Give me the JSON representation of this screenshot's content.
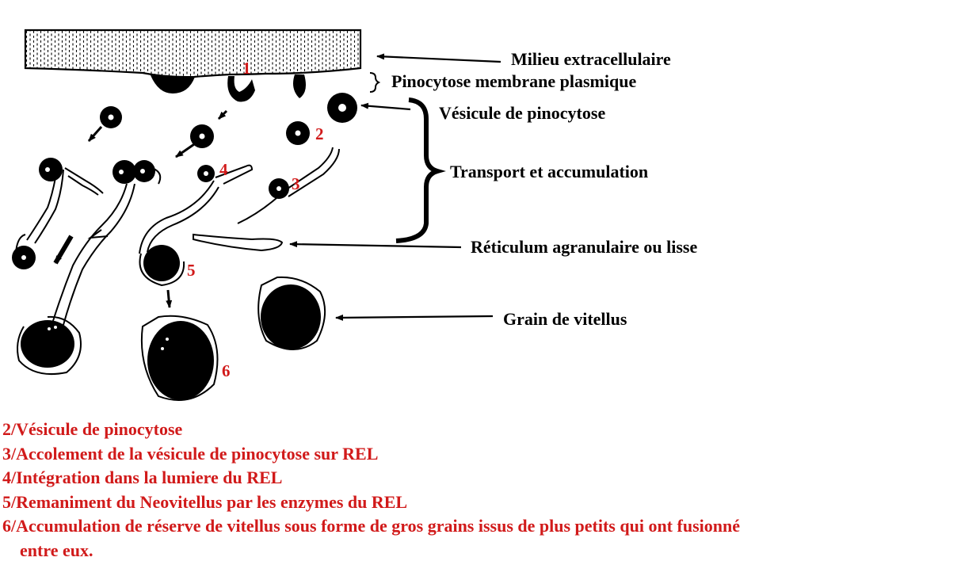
{
  "labels": {
    "milieu": "Milieu extracellulaire",
    "pinocytose": "Pinocytose membrane plasmique",
    "vesicule": "Vésicule de pinocytose",
    "transport": "Transport et accumulation",
    "reticulum": "Réticulum agranulaire ou lisse",
    "grain": "Grain de vitellus"
  },
  "numbers": [
    "1",
    "2",
    "3",
    "4",
    "5",
    "6"
  ],
  "legend": [
    "2/Vésicule de pinocytose",
    "3/Accolement de la vésicule de pinocytose sur REL",
    "4/Intégration dans la lumiere du REL",
    "5/Remaniment du Neovitellus par les enzymes du REL",
    "6/Accumulation de réserve de vitellus sous forme de gros grains issus de plus petits qui ont fusionné",
    "entre eux."
  ],
  "colors": {
    "ink": "#000000",
    "legend": "#d11a1a",
    "background": "#ffffff"
  }
}
